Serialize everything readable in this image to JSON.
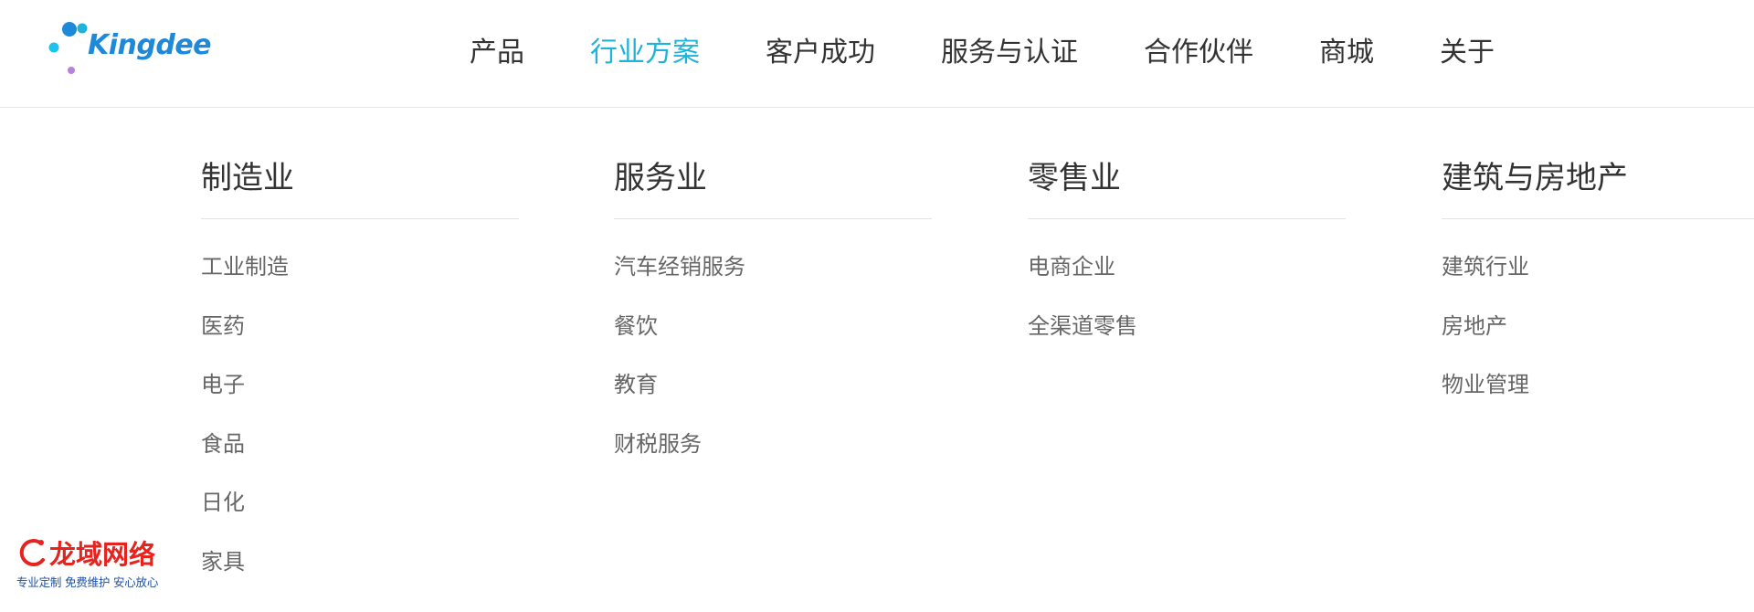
{
  "brand": {
    "name": "Kingdee",
    "color": "#1e88d9"
  },
  "nav": {
    "items": [
      {
        "label": "产品",
        "active": false
      },
      {
        "label": "行业方案",
        "active": true
      },
      {
        "label": "客户成功",
        "active": false
      },
      {
        "label": "服务与认证",
        "active": false
      },
      {
        "label": "合作伙伴",
        "active": false
      },
      {
        "label": "商城",
        "active": false
      },
      {
        "label": "关于",
        "active": false
      }
    ],
    "active_color": "#1fb3d9"
  },
  "menu": {
    "columns": [
      {
        "title": "制造业",
        "items": [
          "工业制造",
          "医药",
          "电子",
          "食品",
          "日化",
          "家具"
        ]
      },
      {
        "title": "服务业",
        "items": [
          "汽车经销服务",
          "餐饮",
          "教育",
          "财税服务"
        ]
      },
      {
        "title": "零售业",
        "items": [
          "电商企业",
          "全渠道零售"
        ]
      },
      {
        "title": "建筑与房地产",
        "items": [
          "建筑行业",
          "房地产",
          "物业管理"
        ]
      }
    ]
  },
  "watermark": {
    "name": "龙域网络",
    "slogan": "专业定制 免费维护 安心放心",
    "name_color": "#e52420",
    "slogan_color": "#1b4fa3"
  }
}
